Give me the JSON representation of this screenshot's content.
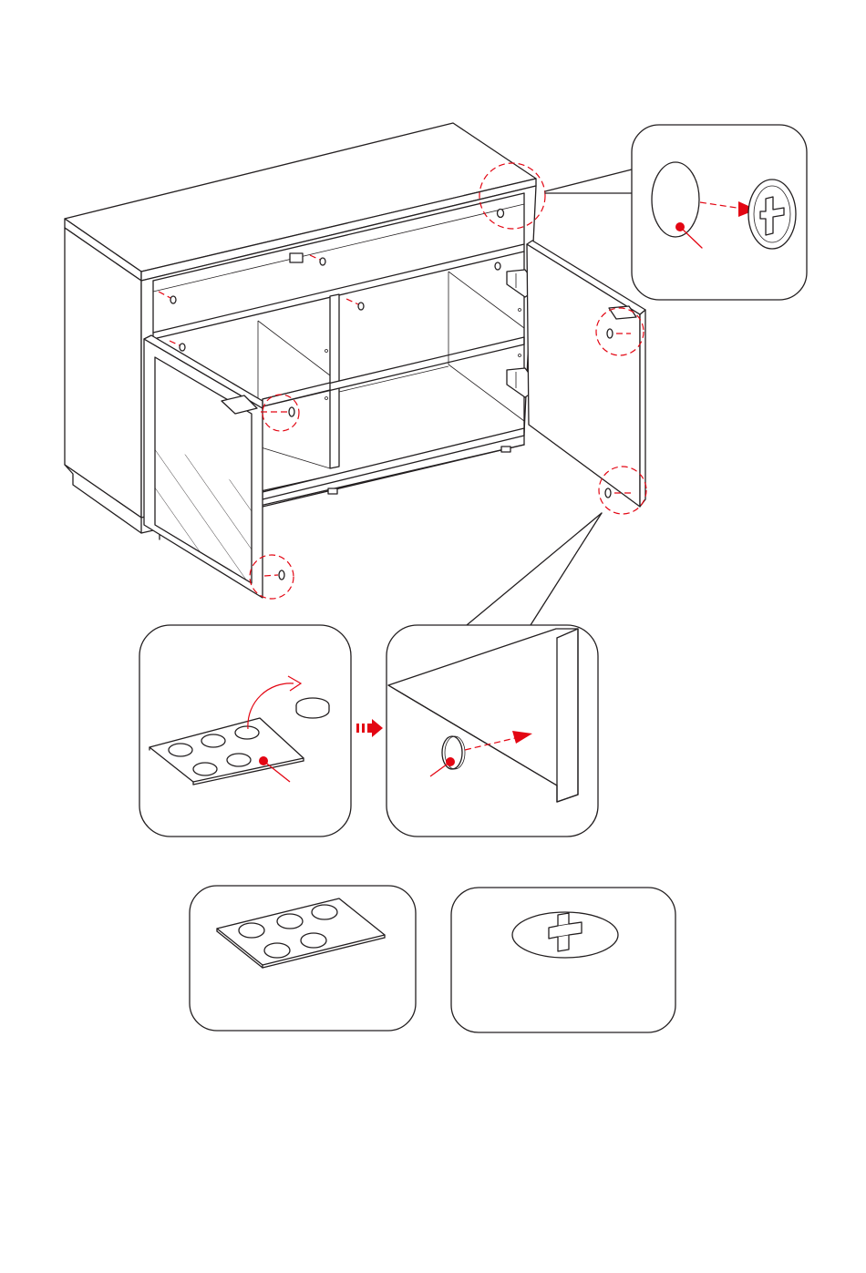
{
  "colors": {
    "accent": "#e30613",
    "line": "#231f20",
    "background": "#ffffff"
  },
  "parts": [
    {
      "id": "cam-cover-sheet",
      "icon": "cam-cover-sticker-sheet-icon"
    },
    {
      "id": "cam-lock",
      "icon": "cam-lock-fitting-icon"
    }
  ],
  "steps": [
    {
      "id": "cabinet-assembly",
      "icon": "cabinet-open-doors-icon"
    },
    {
      "id": "cam-lock-detail",
      "icon": "cam-lock-cover-detail-icon"
    },
    {
      "id": "peel-cover",
      "icon": "peel-sticker-icon"
    },
    {
      "id": "apply-cover",
      "icon": "apply-sticker-icon"
    }
  ]
}
